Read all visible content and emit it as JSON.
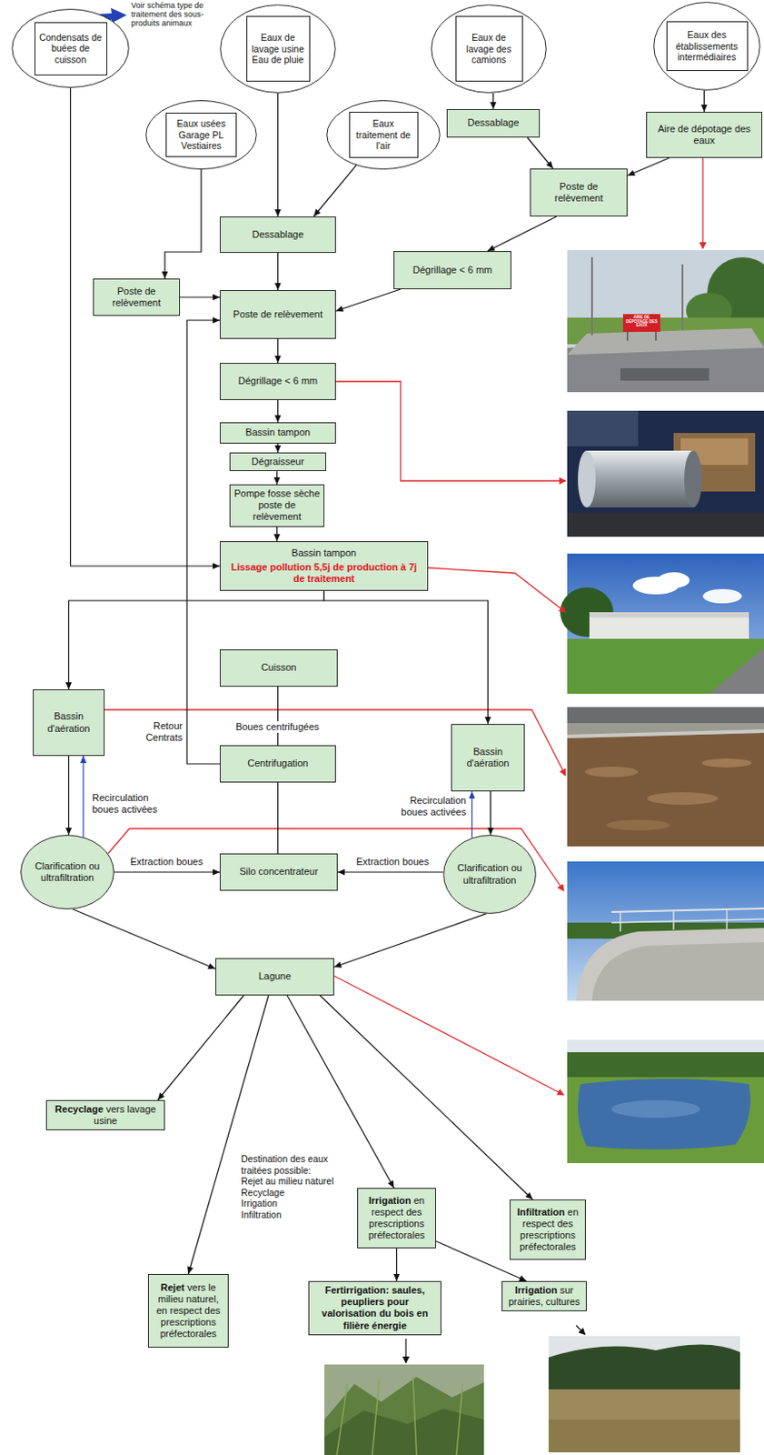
{
  "diagram": {
    "nodes": [
      {
        "text": [
          "Condensats de buées de cuisson"
        ]
      },
      {
        "text": [
          "Eaux de lavage usine Eau de pluie"
        ]
      },
      {
        "text": [
          "Eaux de lavage des camions"
        ]
      },
      {
        "text": [
          "Eaux des établissements intermédiaires"
        ]
      },
      {
        "text": [
          "Eaux usées Garage PL Vestiaires"
        ]
      },
      {
        "text": [
          "Eaux traitement de l'air"
        ]
      },
      {
        "text": [
          "Dessablage"
        ]
      },
      {
        "text": [
          "Aire de dépotage des eaux"
        ]
      },
      {
        "text": [
          "Poste de relèvement"
        ]
      },
      {
        "text": [
          "Dessablage"
        ]
      },
      {
        "text": [
          "Dégrillage < 6 mm"
        ]
      },
      {
        "text": [
          "Poste de relèvement"
        ]
      },
      {
        "text": [
          "Poste de relèvement"
        ]
      },
      {
        "text": [
          "Dégrillage < 6 mm"
        ]
      },
      {
        "text": [
          "Bassin tampon"
        ]
      },
      {
        "text": [
          "Dégraisseur"
        ]
      },
      {
        "text": [
          "Pompe fosse sèche poste de relèvement"
        ]
      },
      {
        "text": [
          "Bassin tampon",
          "Lissage pollution 5,5j de production à 7j de traitement"
        ]
      },
      {
        "text": [
          "Cuisson"
        ]
      },
      {
        "text": [
          "Bassin d'aération"
        ]
      },
      {
        "text": [
          "Bassin d'aération"
        ]
      },
      {
        "text": [
          "Centrifugation"
        ]
      },
      {
        "text": [
          "Clarification ou ultrafiltration"
        ]
      },
      {
        "text": [
          "Silo concentrateur"
        ]
      },
      {
        "text": [
          "Clarification ou ultrafiltration"
        ]
      },
      {
        "text": [
          "Lagune"
        ]
      },
      {
        "text": [
          "Recyclage",
          "vers lavage usine"
        ]
      },
      {
        "text": [
          "Irrigation",
          "en respect des prescriptions préfectorales"
        ]
      },
      {
        "text": [
          "Infiltration",
          "en respect des prescriptions préfectorales"
        ]
      },
      {
        "text": [
          "Rejet",
          "vers le milieu naturel, en respect des prescriptions préfectorales"
        ]
      },
      {
        "text": [
          "Fertirrigation: saules, peupliers pour valorisation du bois en filière énergie"
        ]
      },
      {
        "text": [
          "Irrigation",
          "sur prairies, cultures"
        ]
      }
    ],
    "edges": [
      {
        "from": 0,
        "to": 17,
        "arrow": "to"
      },
      {
        "from": 1,
        "to": 9,
        "arrow": "to"
      },
      {
        "from": 5,
        "to": 9,
        "arrow": "to"
      },
      {
        "from": 4,
        "to": 11,
        "arrow": "to"
      },
      {
        "from": 2,
        "to": 6,
        "arrow": "to"
      },
      {
        "from": 6,
        "to": 8,
        "arrow": "to"
      },
      {
        "from": 3,
        "to": 7,
        "arrow": "to"
      },
      {
        "from": 7,
        "to": 8,
        "arrow": "to"
      },
      {
        "from": 8,
        "to": 10,
        "arrow": "to"
      },
      {
        "from": 10,
        "to": 12,
        "arrow": "to"
      },
      {
        "from": 9,
        "to": 12,
        "arrow": "to"
      },
      {
        "from": 11,
        "to": 12,
        "arrow": "to"
      },
      {
        "from": 12,
        "to": 13,
        "arrow": "to"
      },
      {
        "from": 13,
        "to": 14,
        "arrow": "to"
      },
      {
        "from": 14,
        "to": 15,
        "arrow": "to"
      },
      {
        "from": 15,
        "to": 16,
        "arrow": "to"
      },
      {
        "from": 16,
        "to": 17,
        "arrow": "to"
      },
      {
        "from": 17,
        "to": 19,
        "arrow": "to"
      },
      {
        "from": 17,
        "to": 20,
        "arrow": "to"
      },
      {
        "from": 19,
        "to": 22,
        "arrow": "to"
      },
      {
        "from": 22,
        "to": 19,
        "label": "Recirculation boues activées",
        "arrow": "to"
      },
      {
        "from": 20,
        "to": 24,
        "arrow": "to"
      },
      {
        "from": 24,
        "to": 20,
        "label": "Recirculation boues activées",
        "arrow": "to"
      },
      {
        "from": 22,
        "to": 23,
        "label": "Extraction boues",
        "arrow": "to"
      },
      {
        "from": 24,
        "to": 23,
        "label": "Extraction boues",
        "arrow": "to"
      },
      {
        "from": 23,
        "to": 21,
        "arrow": "to"
      },
      {
        "from": 21,
        "to": 18,
        "label": "Boues centrifugées",
        "arrow": "to"
      },
      {
        "from": 21,
        "to": 12,
        "label": "Retour Centrats",
        "arrow": "to"
      },
      {
        "from": 22,
        "to": 25,
        "arrow": "to"
      },
      {
        "from": 24,
        "to": 25,
        "arrow": "to"
      },
      {
        "from": 25,
        "to": 26,
        "arrow": "to"
      },
      {
        "from": 25,
        "to": 29,
        "arrow": "to"
      },
      {
        "from": 25,
        "to": 27,
        "arrow": "to"
      },
      {
        "from": 25,
        "to": 28,
        "arrow": "to"
      },
      {
        "from": 27,
        "to": 30,
        "arrow": "to"
      },
      {
        "from": 27,
        "to": 31,
        "arrow": "to"
      }
    ],
    "labels": [
      "Voir schéma type de traitement des sous-produits animaux",
      "AIRE DE DÉPOTAGE DES EAUX",
      "Destination des eaux traitées possible:",
      "Rejet au milieu naturel",
      "Recyclage",
      "Irrigation",
      "Infiltration"
    ]
  }
}
